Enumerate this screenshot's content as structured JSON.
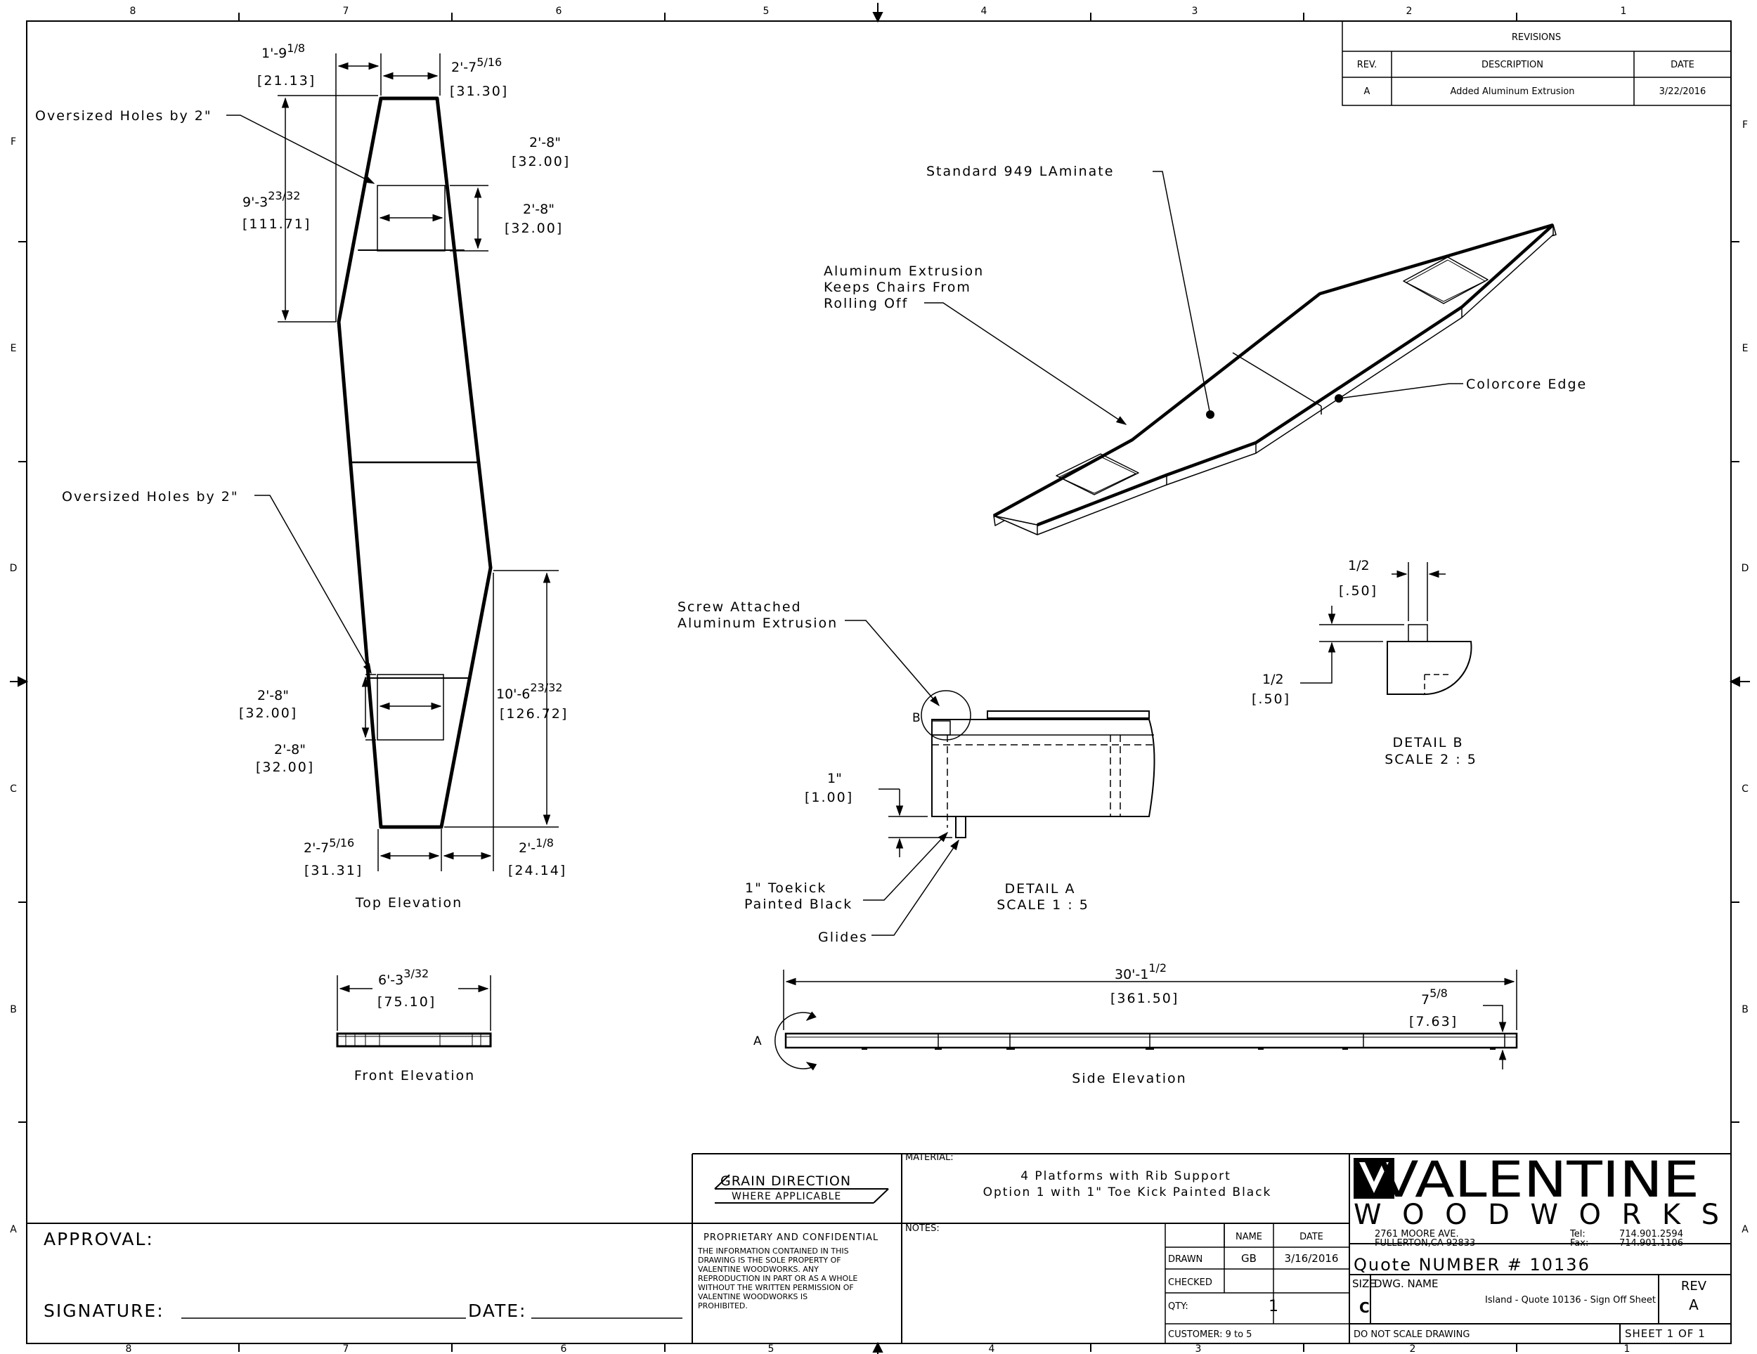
{
  "border": {
    "columns": [
      "8",
      "7",
      "6",
      "5",
      "4",
      "3",
      "2",
      "1"
    ],
    "rows": [
      "F",
      "E",
      "D",
      "C",
      "B",
      "A"
    ]
  },
  "revisions": {
    "title": "REVISIONS",
    "headers": [
      "REV.",
      "DESCRIPTION",
      "DATE"
    ],
    "rows": [
      {
        "rev": "A",
        "description": "Added Aluminum Extrusion",
        "date": "3/22/2016"
      }
    ]
  },
  "top_elevation": {
    "caption": "Top Elevation",
    "dim_top_left": "1'-9",
    "dim_top_left_frac": "1/8",
    "dim_top_left_mm": "[21.13]",
    "dim_top_right": "2'-7",
    "dim_top_right_frac": "5/16",
    "dim_top_right_mm": "[31.30]",
    "dim_upper_len": "9'-3",
    "dim_upper_len_frac": "23/32",
    "dim_upper_len_mm": "[111.71]",
    "dim_hole_top_h": "2'-8\"",
    "dim_hole_top_h_mm": "[32.00]",
    "dim_hole_top_w": "2'-8\"",
    "dim_hole_top_w_mm": "[32.00]",
    "dim_lower_len": "10'-6",
    "dim_lower_len_frac": "23/32",
    "dim_lower_len_mm": "[126.72]",
    "dim_hole_bot_w": "2'-8\"",
    "dim_hole_bot_w_mm": "[32.00]",
    "dim_hole_bot_h": "2'-8\"",
    "dim_hole_bot_h_mm": "[32.00]",
    "dim_bot_left": "2'-7",
    "dim_bot_left_frac": "5/16",
    "dim_bot_left_mm": "[31.31]",
    "dim_bot_right": "2'-",
    "dim_bot_right_frac": "1/8",
    "dim_bot_right_mm": "[24.14]",
    "note_holes_1": "Oversized Holes by 2\"",
    "note_holes_2": "Oversized Holes by 2\""
  },
  "front_elevation": {
    "caption": "Front Elevation",
    "dim": "6'-3",
    "dim_frac": "3/32",
    "dim_mm": "[75.10]"
  },
  "iso_view": {
    "note_laminate": "Standard 949 LAminate",
    "note_extrusion_1": "Aluminum Extrusion",
    "note_extrusion_2": "Keeps Chairs From",
    "note_extrusion_3": "Rolling Off",
    "note_edge": "Colorcore Edge"
  },
  "detail_a": {
    "caption_1": "DETAIL A",
    "caption_2": "SCALE 1 : 5",
    "label_b": "B",
    "note_screw_1": "Screw Attached",
    "note_screw_2": "Aluminum Extrusion",
    "dim_toekick": "1\"",
    "dim_toekick_mm": "[1.00]",
    "note_toekick_1": "1\" Toekick",
    "note_toekick_2": "Painted Black",
    "note_glides": "Glides"
  },
  "detail_b": {
    "caption_1": "DETAIL B",
    "caption_2": "SCALE 2 : 5",
    "dim_w_frac": "1/2",
    "dim_w_mm": "[.50]",
    "dim_h_frac": "1/2",
    "dim_h_mm": "[.50]"
  },
  "side_elevation": {
    "caption": "Side Elevation",
    "label_a": "A",
    "dim_len": "30'-1",
    "dim_len_frac": "1/2",
    "dim_len_mm": "[361.50]",
    "dim_h": "7",
    "dim_h_frac": "5/8",
    "dim_h_mm": "[7.63]"
  },
  "title_block": {
    "grain_1": "GRAIN DIRECTION",
    "grain_2": "WHERE APPLICABLE",
    "material_label": "MATERIAL:",
    "material_1": "4 Platforms with Rib Support",
    "material_2": "Option 1 with 1\" Toe Kick Painted Black",
    "notes_label": "NOTES:",
    "proprietary_title": "PROPRIETARY AND CONFIDENTIAL",
    "proprietary_lines": [
      "THE INFORMATION CONTAINED IN THIS",
      "DRAWING IS THE SOLE PROPERTY OF",
      "VALENTINE WOODWORKS.  ANY",
      "REPRODUCTION IN PART OR AS A WHOLE",
      "WITHOUT THE WRITTEN PERMISSION OF",
      "VALENTINE WOODWORKS IS",
      "PROHIBITED."
    ],
    "approval": "APPROVAL:",
    "signature": "SIGNATURE:",
    "date_label": "DATE:",
    "col_name": "NAME",
    "col_date": "DATE",
    "drawn_label": "DRAWN",
    "drawn_name": "GB",
    "drawn_date": "3/16/2016",
    "checked_label": "CHECKED",
    "qty_label": "QTY:",
    "qty_value": "1",
    "customer": "CUSTOMER: 9 to 5",
    "company_1": "VALENTINE",
    "company_2": "WOODWORKS",
    "address_1": "2761 MOORE AVE.",
    "address_2": "FULLERTON,CA 92833",
    "tel_label": "Tel:",
    "tel": "714.901.2594",
    "fax_label": "Fax:",
    "fax": "714.901.1106",
    "quote": "Quote NUMBER #  10136",
    "size_label": "SIZE",
    "size_value": "C",
    "dwg_label": "DWG.  NAME",
    "dwg_name": "Island - Quote 10136 - Sign Off Sheet",
    "rev_label": "REV",
    "rev_value": "A",
    "no_scale": "DO NOT SCALE DRAWING",
    "sheet": "SHEET 1 OF 1"
  }
}
